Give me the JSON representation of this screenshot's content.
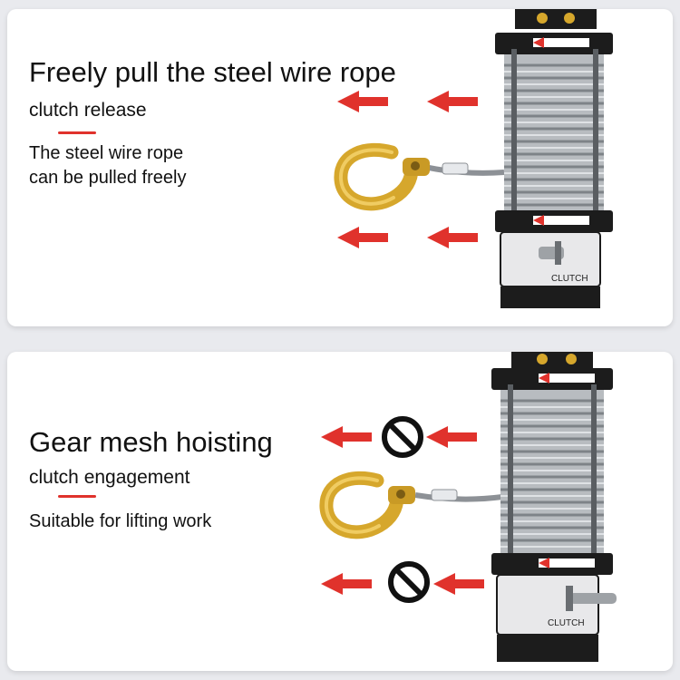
{
  "top": {
    "title": "Freely pull the steel wire rope",
    "subtitle": "clutch release",
    "description": "The steel wire rope\ncan be pulled freely"
  },
  "bottom": {
    "title": "Gear mesh hoisting",
    "subtitle": "clutch engagement",
    "description": "Suitable for lifting work"
  },
  "winch": {
    "label_text": "CLUTCH"
  },
  "colors": {
    "accent": "#e0322c",
    "hook": "#d6a72c",
    "frame": "#1c1c1c",
    "cable": "#a9adb1",
    "prohibited": "#111111"
  },
  "icons": [
    "arrow-left-icon",
    "prohibited-icon",
    "hook-icon",
    "winch-drum"
  ]
}
